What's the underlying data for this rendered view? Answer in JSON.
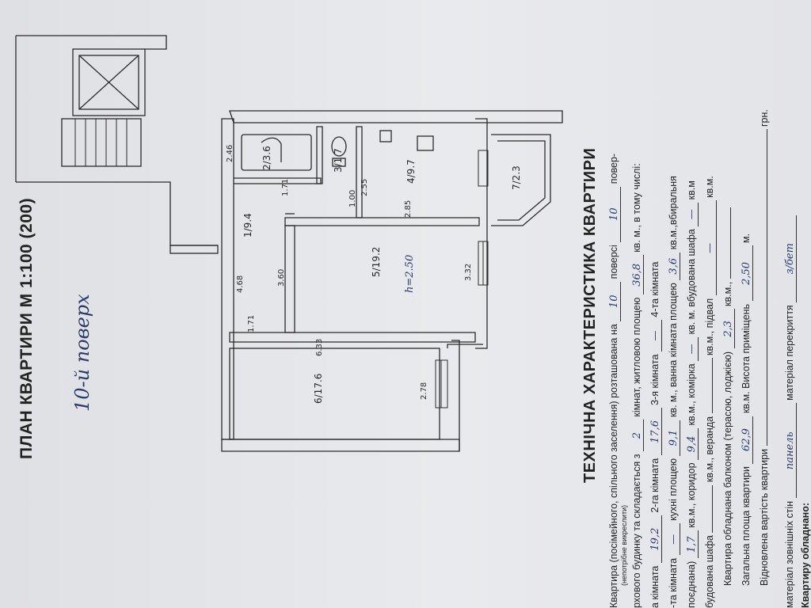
{
  "plan_title": "ПЛАН КВАРТИРИ М 1:100 (200)",
  "floor_note": "10-й поверх",
  "dims": {
    "d1": "2.46",
    "d2": "6.33",
    "d3": "4.68",
    "d4": "3.60",
    "d5": "3.32",
    "d6": "2.78",
    "d7": "2.55",
    "d8": "1.00",
    "d9": "1.71",
    "d10": "1.71",
    "d11": "2.85"
  },
  "rooms": [
    {
      "num": "1",
      "area": "9.4"
    },
    {
      "num": "2",
      "area": "3.6"
    },
    {
      "num": "3",
      "area": "1.7"
    },
    {
      "num": "4",
      "area": "9.7"
    },
    {
      "num": "5",
      "area": "19.2"
    },
    {
      "num": "6",
      "area": "17.6"
    },
    {
      "num": "7",
      "area": "2.3"
    }
  ],
  "height_note": "h=2.50",
  "section_title": "ТЕХНІЧНА ХАРАКТЕРИСТИКА КВАРТИРИ",
  "lines": {
    "l1a": "Квартира (посімейного, спільного заселення) розташована на",
    "l1b": "поверсі",
    "l1c": "повер-",
    "l1_floor": "10",
    "l1_floor2": "10",
    "l2_note": "(непотрібне викреслити)",
    "l3a": "рхового будинку та складається з",
    "l3b": "кімнат, житловою площею",
    "l3c": "кв. м., в тому числі:",
    "l3_rooms": "2",
    "l3_area": "36,8",
    "l4a": "а кімната",
    "l4b": "2-га кімната",
    "l4c": "3-я кімната",
    "l4d": "4-та кімната",
    "l4_r1": "19,2",
    "l4_r2": "17,6",
    "l4_r3": "—",
    "l5a": "-та кімната",
    "l5b": "кухні площею",
    "l5c": "кв. м., ванна кімната площею",
    "l5d": "кв.м.,вбиральня",
    "l5_dash": "—",
    "l5_kitchen": "9,1",
    "l5_bath": "3,6",
    "l6a": "поєднана)",
    "l6b": "кв.м., коридор",
    "l6c": "кв.м., комірка",
    "l6d": "кв. м. вбудована шафа",
    "l6e": "кв.м",
    "l6_wc": "1,7",
    "l6_corr": "9,4",
    "l6_dash1": "—",
    "l6_dash2": "—",
    "l7a": "будована шафа",
    "l7b": "кв.м., веранда",
    "l7c": "кв.м., підвал",
    "l7d": "кв.м.",
    "l7_dash": "—",
    "l8a": "Квартира обладнана балконом (терасою, лоджією)",
    "l8b": "кв.м.,",
    "l8_balc": "2,3",
    "l9a": "Загальна площа квартири",
    "l9b": "кв.м. Висота приміщень",
    "l9c": "м.",
    "l9_total": "62,9",
    "l9_height": "2,50",
    "l10a": "Відновлена вартість квартири",
    "l10b": "грн.",
    "l11a": "матеріал зовнішніх стін",
    "l11b": "матеріал перекриття",
    "l11_walls": "панель",
    "l11_ceiling": "з/бет",
    "l12": "Квартиру обладнано:"
  }
}
